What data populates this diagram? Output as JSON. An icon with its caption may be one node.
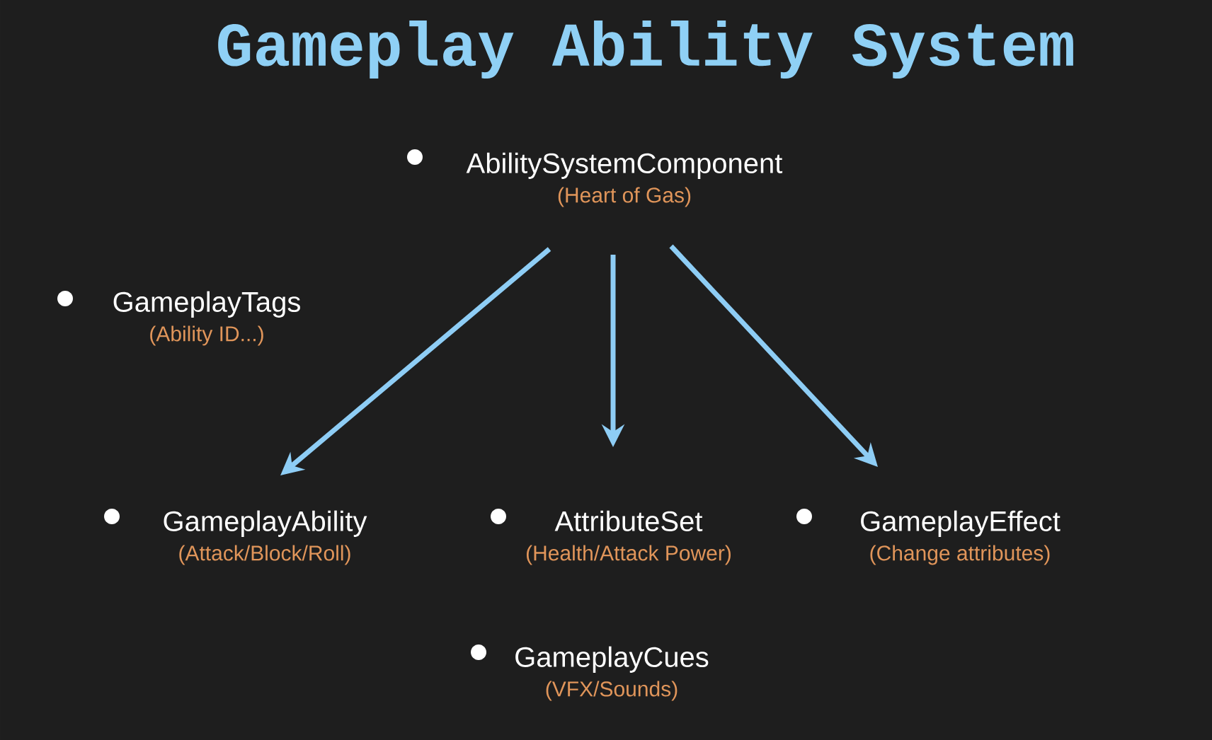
{
  "diagram": {
    "title": "Gameplay Ability System",
    "nodes": [
      {
        "text": [
          "AbilitySystemComponent",
          "(Heart of Gas)"
        ]
      },
      {
        "text": [
          "GameplayTags",
          "(Ability ID...)"
        ]
      },
      {
        "text": [
          "GameplayAbility",
          "(Attack/Block/Roll)"
        ]
      },
      {
        "text": [
          "AttributeSet",
          "(Health/Attack Power)"
        ]
      },
      {
        "text": [
          "GameplayEffect",
          "(Change attributes)"
        ]
      },
      {
        "text": [
          "GameplayCues",
          "(VFX/Sounds)"
        ]
      }
    ],
    "edges": [
      {
        "from": 0,
        "to": 2,
        "arrow": "to"
      },
      {
        "from": 0,
        "to": 3,
        "arrow": "to"
      },
      {
        "from": 0,
        "to": 4,
        "arrow": "to"
      }
    ]
  }
}
